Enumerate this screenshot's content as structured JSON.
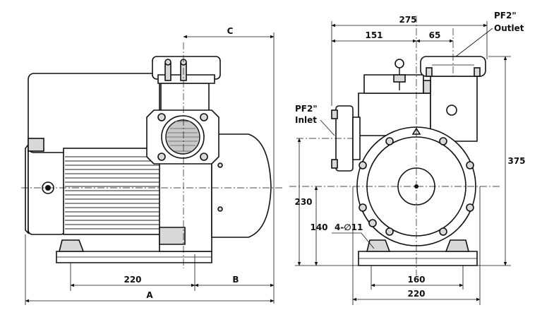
{
  "dimensions": {
    "side_view": {
      "C": "C",
      "B": "B",
      "A": "A",
      "d220": "220"
    },
    "front_view": {
      "d275": "275",
      "d151": "151",
      "d65": "65",
      "d375": "375",
      "d230": "230",
      "d140": "140",
      "d220": "220",
      "d160": "160",
      "holes": "4-∅11"
    }
  },
  "labels": {
    "outlet_line1": "PF2\"",
    "outlet_line2": "Outlet",
    "inlet_line1": "PF2\"",
    "inlet_line2": "Inlet"
  },
  "colors": {
    "line": "#111111",
    "shade": "#d9d9d9"
  }
}
